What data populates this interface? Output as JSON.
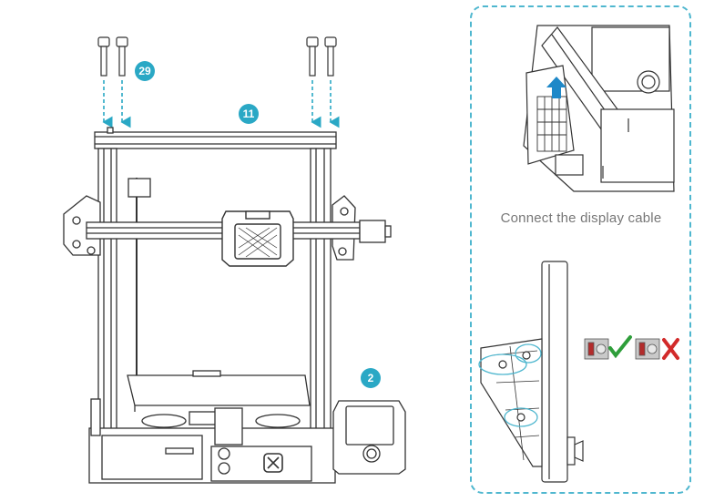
{
  "callouts": {
    "screws": "29",
    "top_beam": "11",
    "display": "2"
  },
  "panel": {
    "caption": "Connect the display cable"
  },
  "colors": {
    "accent": "#2aa8c5",
    "line": "#333333",
    "check": "#2e9e3a",
    "cross": "#d22a2a",
    "arrow": "#1e88c8"
  },
  "icons": [
    "check-icon",
    "cross-icon",
    "arrow-up-icon"
  ]
}
